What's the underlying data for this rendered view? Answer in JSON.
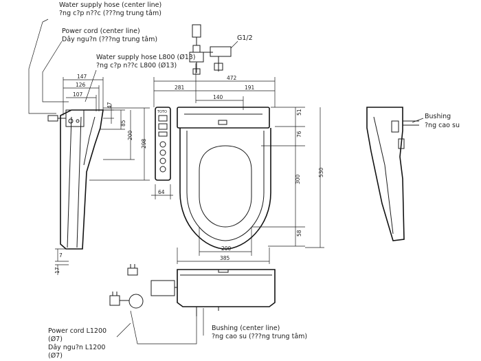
{
  "labels": {
    "water_hose_center_en": "Water supply hose (center line)",
    "water_hose_center_vi": "?ng c?p n??c (???ng trung tâm)",
    "power_cord_center_en": "Power cord (center line)",
    "power_cord_center_vi": "Dây ngu?n (???ng trung tâm)",
    "water_hose_l800_en": "Water supply hose L800 (Ø13)",
    "water_hose_l800_vi": "?ng c?p n??c L800 (Ø13)",
    "g12": "G1/2",
    "bushing_en": "Bushing",
    "bushing_vi": "?ng cao su",
    "power_cord_l1200_en": "Power cord L1200",
    "power_cord_l1200_dia": "(Ø7)",
    "power_cord_l1200_vi": "Dây ngu?n L1200",
    "power_cord_l1200_vi_dia": "(Ø7)",
    "bushing_center_en": "Bushing (center line)",
    "bushing_center_vi": "?ng cao su (???ng trung tâm)"
  },
  "dimensions": {
    "d147": "147",
    "d126": "126",
    "d107": "107",
    "d47": "47",
    "d85": "85",
    "d200_left": "200",
    "d298": "298",
    "d17": "17",
    "d7": "7",
    "d64": "64",
    "d472": "472",
    "d281": "281",
    "d191": "191",
    "d140": "140",
    "d51": "51",
    "d76": "76",
    "d300": "300",
    "d530": "530",
    "d58": "58",
    "d200_bottom": "200",
    "d385": "385"
  }
}
